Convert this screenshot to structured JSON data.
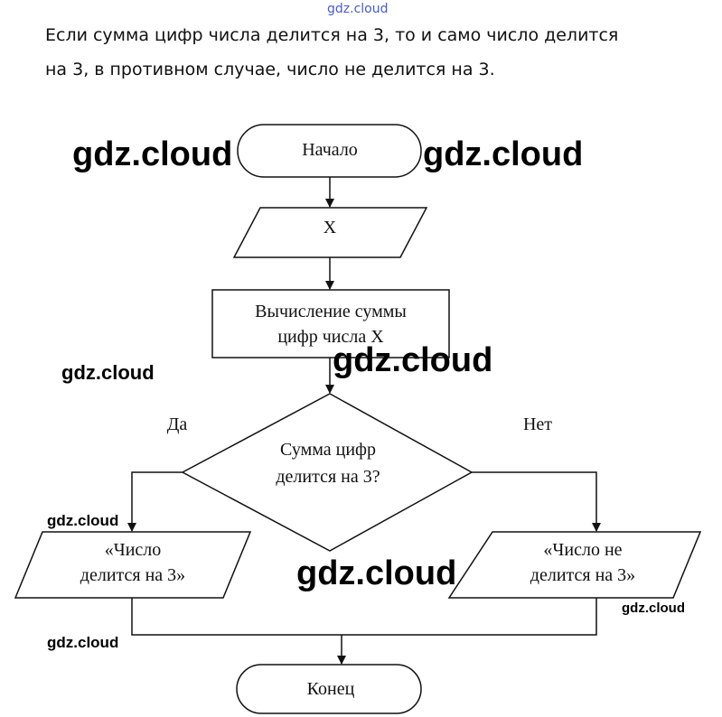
{
  "header": {
    "watermark": "gdz.cloud",
    "rule_line1": "Если сумма цифр числа делится на 3, то и само число делится",
    "rule_line2": "на 3, в противном случае, число не делится на 3."
  },
  "flowchart": {
    "start": "Начало",
    "input": "X",
    "process_line1": "Вычисление суммы",
    "process_line2": "цифр числа X",
    "decision_line1": "Сумма цифр",
    "decision_line2": "делится на 3?",
    "branch_yes": "Да",
    "branch_no": "Нет",
    "output_yes_line1": "«Число",
    "output_yes_line2": "делится на 3»",
    "output_no_line1": "«Число не",
    "output_no_line2": "делится на 3»",
    "end": "Конец"
  },
  "watermarks": {
    "text": "gdz.cloud"
  }
}
